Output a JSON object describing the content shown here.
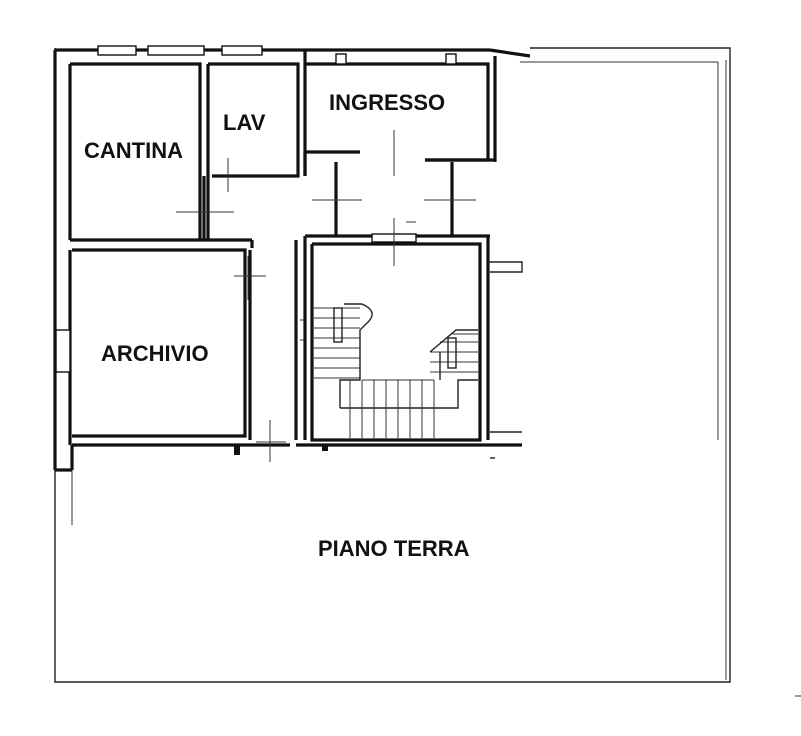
{
  "rooms": {
    "cantina": "CANTINA",
    "lav": "LAV",
    "ingresso": "INGRESSO",
    "archivio": "ARCHIVIO"
  },
  "plan_title": "PIANO TERRA"
}
